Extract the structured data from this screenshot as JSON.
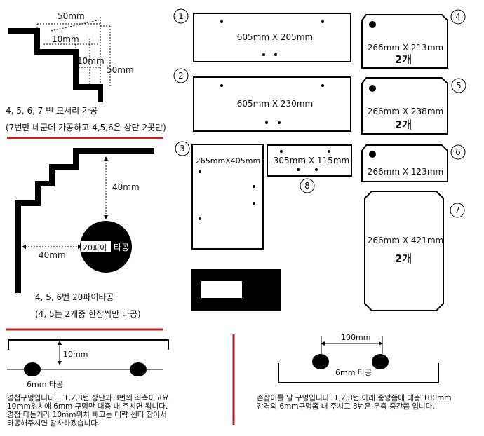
{
  "corner_detail": {
    "dim_50_top": "50mm",
    "dim_10_a": "10mm",
    "dim_10_b": "10mm",
    "dim_50_side": "50mm",
    "caption1": "4, 5, 6, 7 번 모서리 가공",
    "caption2": "(7번만 네군데 가공하고 4,5,6은 상단 2곳만)"
  },
  "hole_detail": {
    "dim_v": "40mm",
    "dim_h": "40mm",
    "hole_label": "20파이",
    "hole_suffix": "타공",
    "caption1": "4, 5, 6번 20파이타공",
    "caption2": "(4, 5는 2개중 한장씩만 타공)"
  },
  "panels": [
    {
      "id": "panel-1",
      "num": "1",
      "size": "605mm X 205mm",
      "qty": ""
    },
    {
      "id": "panel-2",
      "num": "2",
      "size": "605mm X 230mm",
      "qty": ""
    },
    {
      "id": "panel-3",
      "num": "3",
      "size": "265mmX405mm",
      "qty": ""
    },
    {
      "id": "panel-8",
      "num": "8",
      "size": "305mm X 115mm",
      "qty": ""
    },
    {
      "id": "panel-4",
      "num": "4",
      "size": "266mm X 213mm",
      "qty": "2개"
    },
    {
      "id": "panel-5",
      "num": "5",
      "size": "266mm X 238mm",
      "qty": "2개"
    },
    {
      "id": "panel-6",
      "num": "6",
      "size": "266mm X 123mm",
      "qty": ""
    },
    {
      "id": "panel-7",
      "num": "7",
      "size": "266mm X 421mm",
      "qty": "2개"
    }
  ],
  "fixing_detail": {
    "dim": "10mm",
    "hole_label": "6mm 타공",
    "note": "경첩구멍입니다... 1,2,8번 상단과 3번의 좌측이고요 10mm위치에 6mm 구멍만 대충 내 주시면 됩니다. 경첩 다는거라 10mm위치 빼고는 대략 센터 잡아서 타공해주시면 감사하겠습니다."
  },
  "handle_detail": {
    "dim": "100mm",
    "hole_label": "6mm 타공",
    "note": "손잡이를 달 구멍입니다. 1,2,8번 아래 중앙쯤에 대충 100mm간격의 6mm구멍좀 내 주시고 3번은 우측 중간쯤 입니다."
  },
  "colors": {
    "divider": "#b22222",
    "line": "#000000"
  }
}
